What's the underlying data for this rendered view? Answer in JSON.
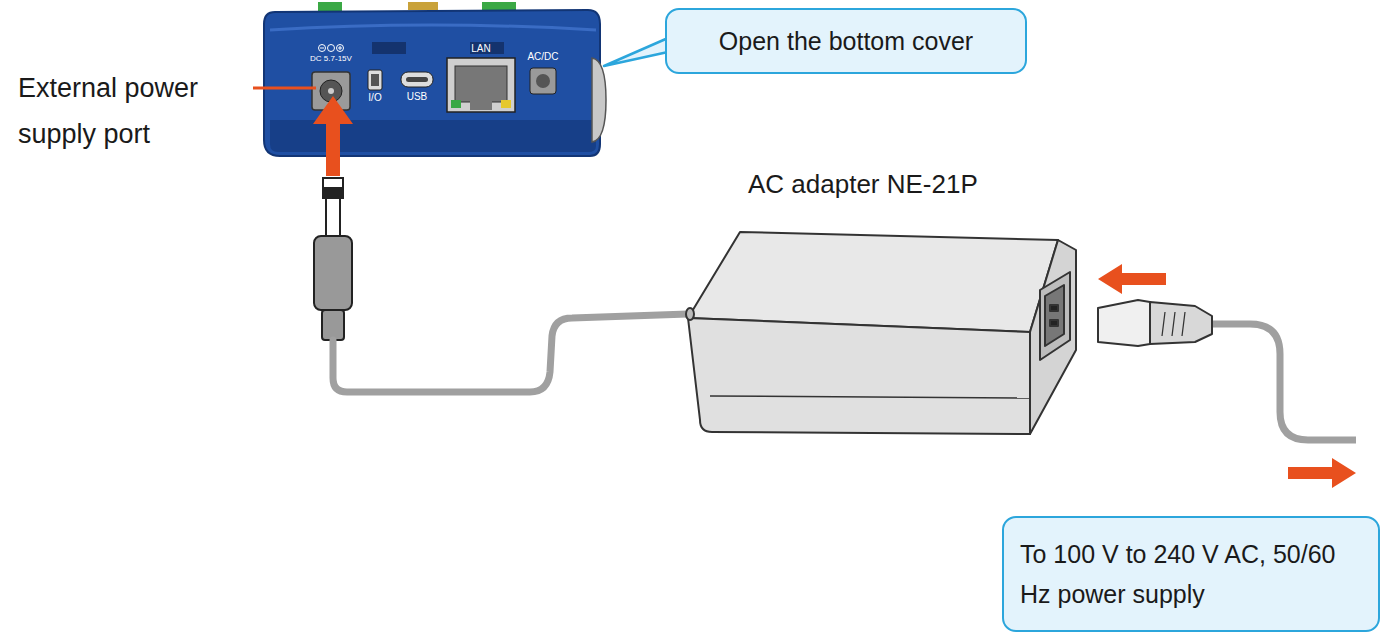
{
  "diagram": {
    "nodes": [
      {
        "text": [
          "Open the bottom cover"
        ]
      },
      {
        "text": [
          "To 100 V to 240 V AC, 50/60 Hz power supply"
        ]
      }
    ],
    "labels": [
      "External power supply port",
      "AC adapter NE-21P",
      "DC 5.7-15V",
      "I/O",
      "USB",
      "LAN",
      "AC/DC"
    ]
  }
}
